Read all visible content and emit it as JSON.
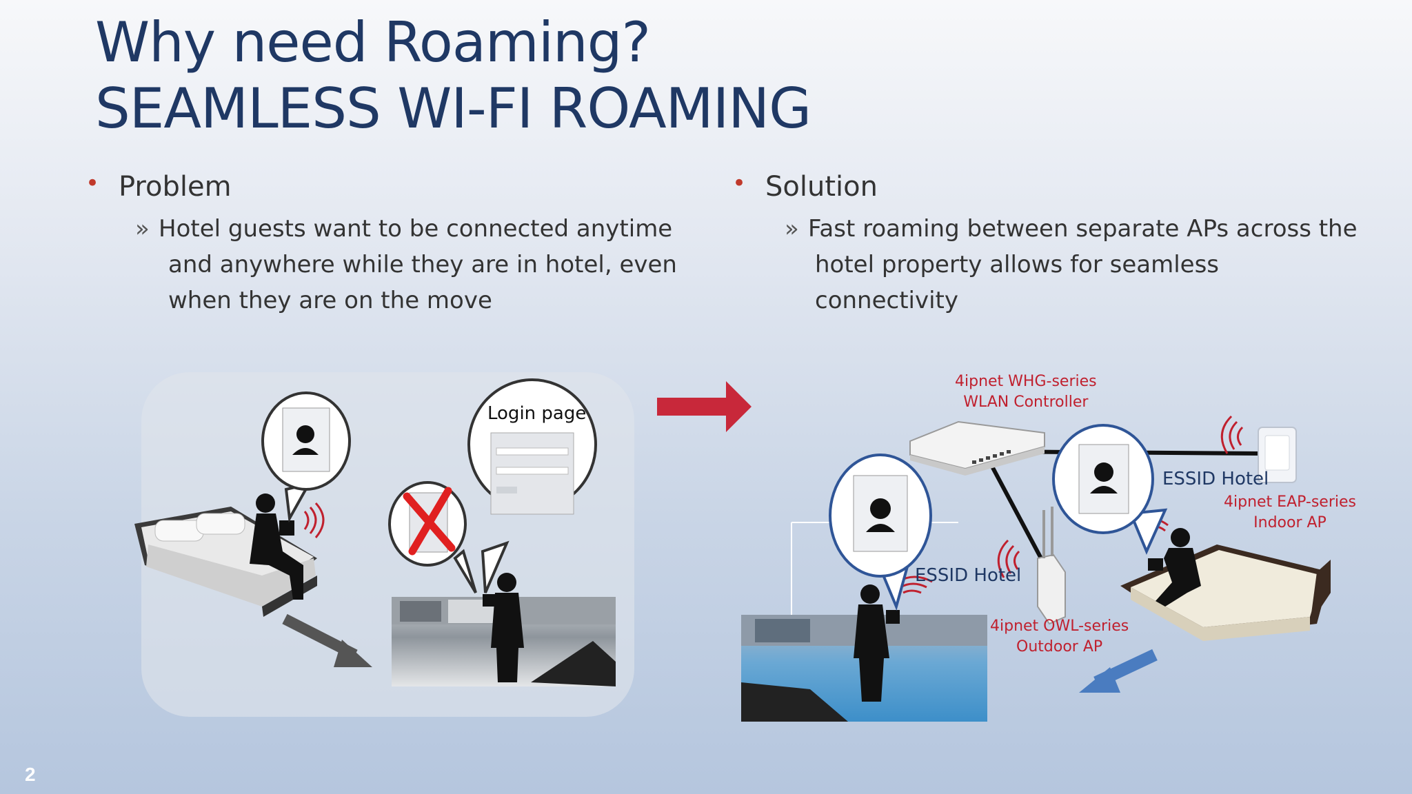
{
  "slide": {
    "title_line1": "Why need Roaming?",
    "title_line2": "SEAMLESS WI-FI ROAMING",
    "page_number": "2"
  },
  "problem": {
    "heading": "Problem",
    "text_line1": "Hotel guests want to be connected anytime",
    "text_line2": "and anywhere while they are in hotel, even",
    "text_line3": "when they are on the move",
    "login_page_label": "Login page"
  },
  "solution": {
    "heading": "Solution",
    "text_line1": "Fast roaming between separate APs across the",
    "text_line2": "hotel property allows for seamless",
    "text_line3": "connectivity",
    "controller_line1": "4ipnet WHG-series",
    "controller_line2": "WLAN Controller",
    "eap_line1": "4ipnet EAP-series",
    "eap_line2": "Indoor AP",
    "owl_line1": "4ipnet OWL-series",
    "owl_line2": "Outdoor AP",
    "essid_right": "ESSID Hotel",
    "essid_left": "ESSID Hotel"
  },
  "colors": {
    "title": "#1f3864",
    "bullet": "#c0392b",
    "red_label": "#c0202e",
    "arrow_red": "#c8283a",
    "arrow_blue": "#4a7cc0",
    "arrow_gray": "#555555"
  }
}
